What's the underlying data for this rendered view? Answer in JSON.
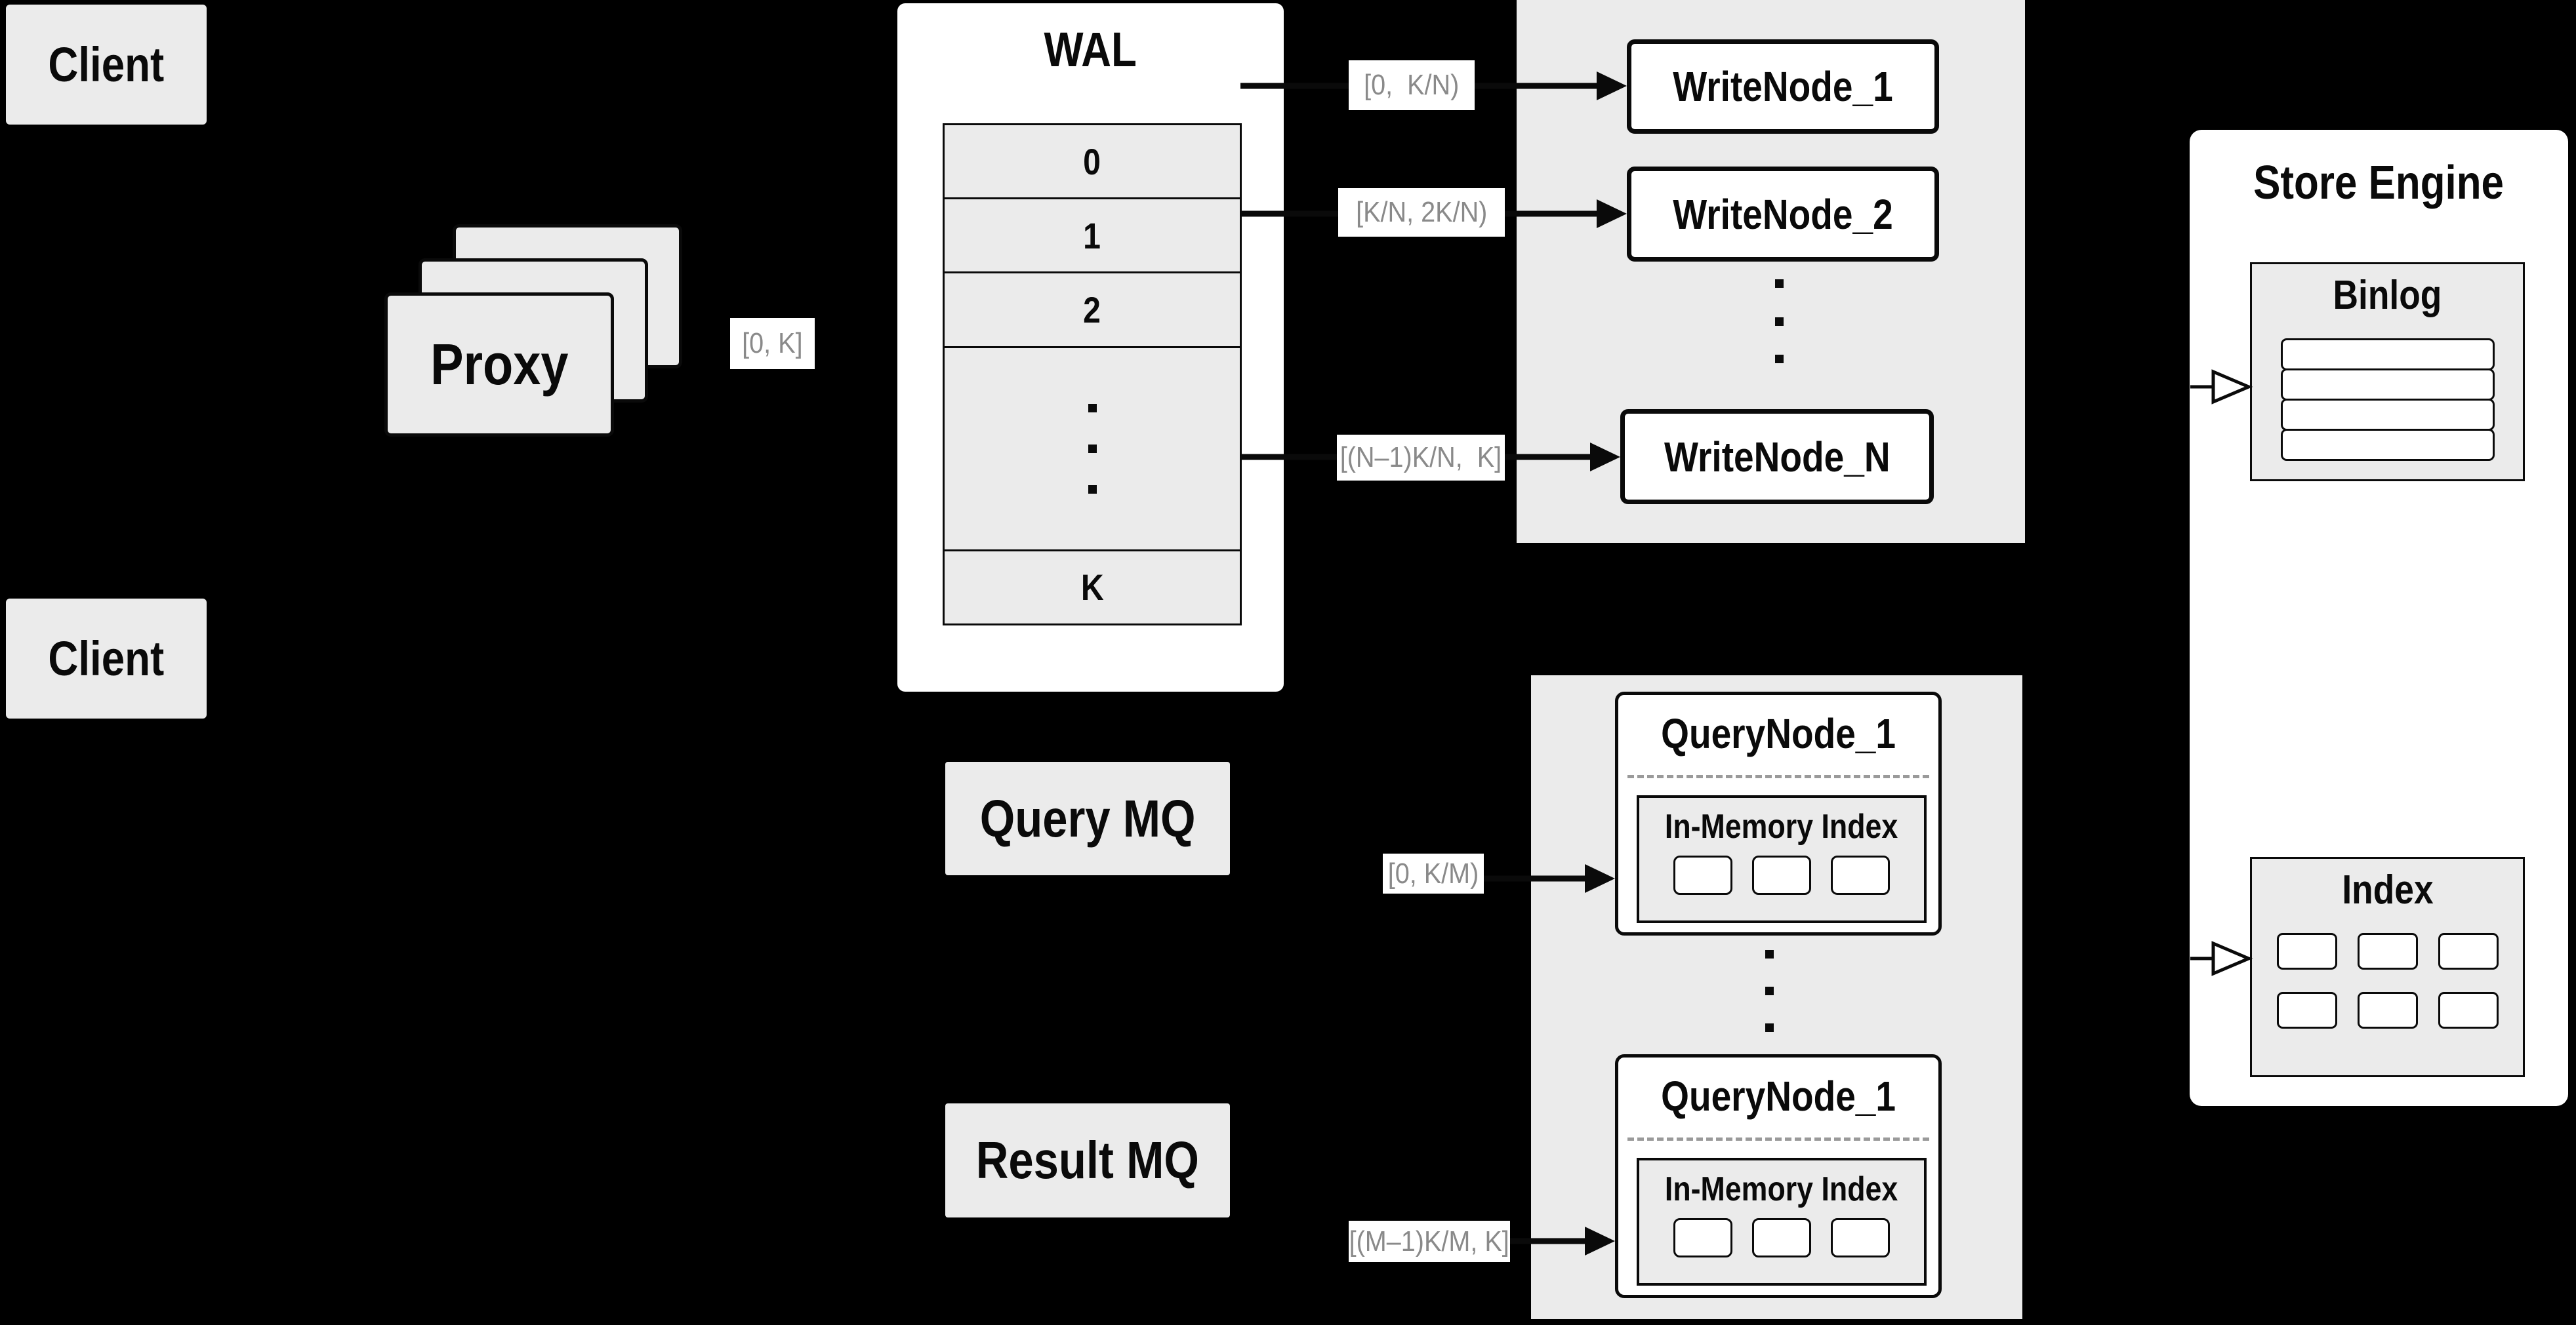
{
  "clients": {
    "top": "Client",
    "bottom": "Client"
  },
  "proxy": {
    "label": "Proxy"
  },
  "wal": {
    "title": "WAL",
    "rows": [
      "0",
      "1",
      "2"
    ],
    "last_row": "K"
  },
  "edge_labels": {
    "proxy_to_wal": "[0, K]",
    "wal_to_writenode_1": "[0,  K/N)",
    "wal_to_writenode_2": "[K/N, 2K/N)",
    "wal_to_writenode_n": "[(N–1)K/N,  K]",
    "querymq_to_querynode_1": "[0, K/M)",
    "resultmq_to_querynode_m": "[(M–1)K/M, K]"
  },
  "write_nodes": [
    "WriteNode_1",
    "WriteNode_2",
    "WriteNode_N"
  ],
  "query_nodes": [
    {
      "title": "QueryNode_1",
      "inner": "In-Memory Index"
    },
    {
      "title": "QueryNode_1",
      "inner": "In-Memory Index"
    }
  ],
  "mq": {
    "query": "Query MQ",
    "result": "Result MQ"
  },
  "store_engine": {
    "title": "Store Engine",
    "binlog_title": "Binlog",
    "index_title": "Index"
  },
  "colors": {
    "background": "#000000",
    "box_gray": "#ebebeb",
    "box_white": "#ffffff",
    "line": "#0a0a0a",
    "label_text": "#8a8a8a",
    "divider_dash": "#9a9a9a"
  }
}
